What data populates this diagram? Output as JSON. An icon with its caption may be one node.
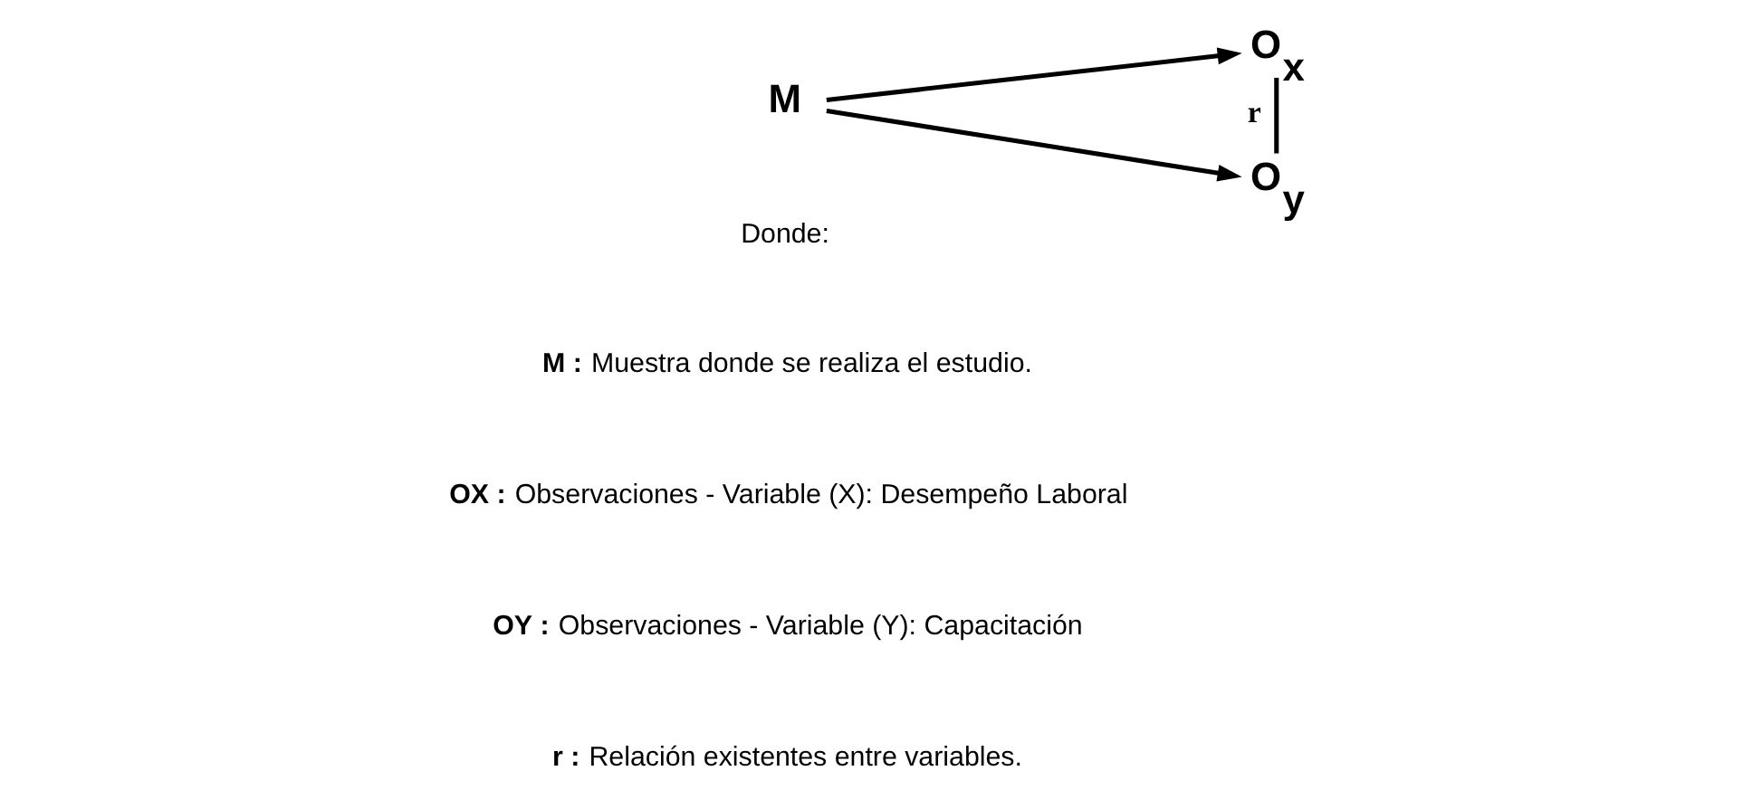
{
  "diagram": {
    "nodes": [
      {
        "text": [
          "M"
        ]
      },
      {
        "text": [
          "O$_{x}$"
        ]
      },
      {
        "text": [
          "O$_{y}$"
        ]
      }
    ],
    "edges": [
      {
        "from": 0,
        "to": 1,
        "arrow": "to"
      },
      {
        "from": 0,
        "to": 2,
        "arrow": "to"
      },
      {
        "from": 1,
        "to": 2,
        "arrow": "none",
        "label": "r"
      }
    ],
    "labels": [
      "Donde:",
      "M : Muestra donde se realiza el estudio.",
      "OX : Observaciones - Variable (X): Desempeño Laboral",
      "OY : Observaciones - Variable (Y): Capacitación",
      "r : Relación existentes entre variables."
    ]
  }
}
